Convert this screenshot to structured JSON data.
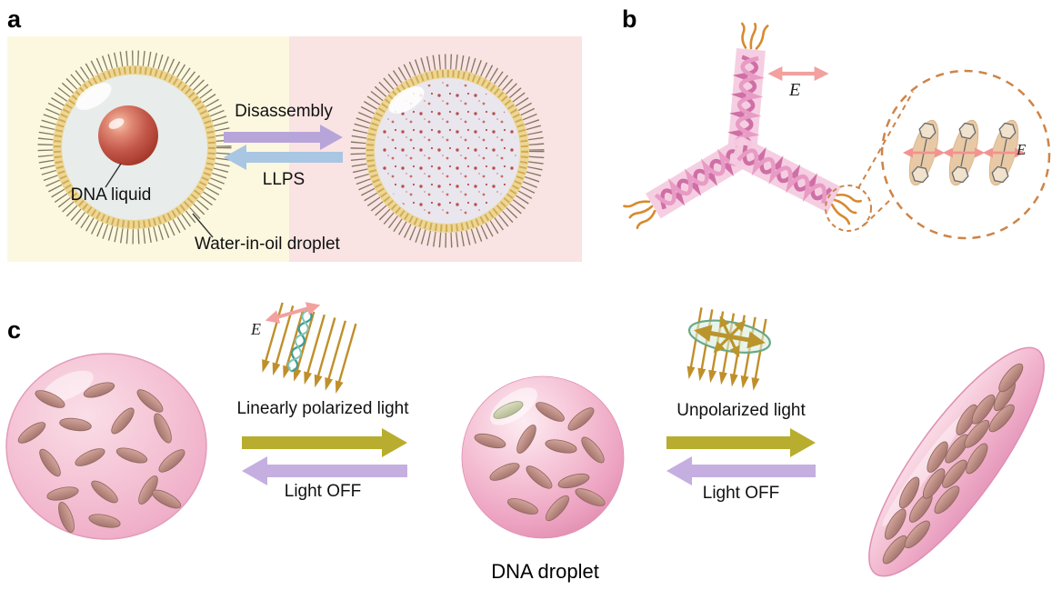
{
  "panel_a": {
    "label": "a",
    "forward_arrow_label": "Disassembly",
    "reverse_arrow_label": "LLPS",
    "core_label": "DNA liquid",
    "shell_label": "Water-in-oil droplet"
  },
  "panel_b": {
    "label": "b",
    "field_label": "E",
    "inset_field_label": "E"
  },
  "panel_c": {
    "label": "c",
    "field_label": "E",
    "left_transition": {
      "light_on_label": "Linearly polarized light",
      "light_off_label": "Light OFF"
    },
    "right_transition": {
      "light_on_label": "Unpolarized light",
      "light_off_label": "Light OFF"
    },
    "center_caption": "DNA droplet"
  },
  "colors": {
    "panel_a_bg_left": "#fcf8e0",
    "panel_a_bg_right": "#fae3e3",
    "surfactant_ring": "#ecd795",
    "disassembly_arrow": "#b7a5da",
    "llps_arrow": "#a9c6e3",
    "dna_liquid_red": "#b5443a",
    "dna_helix_pink": "#d583ae",
    "sticky_end_orange": "#d78a2f",
    "inset_dash_orange": "#cd8448",
    "e_field_arrow_pink": "#f2a19e",
    "droplet_pink": "#f3bcd0",
    "inclusion_brown": "#b98a84",
    "light_on_arrow_yellow": "#b8ad2e",
    "light_off_arrow_purple": "#c4afe0",
    "light_ray_gold": "#c08f2b"
  }
}
